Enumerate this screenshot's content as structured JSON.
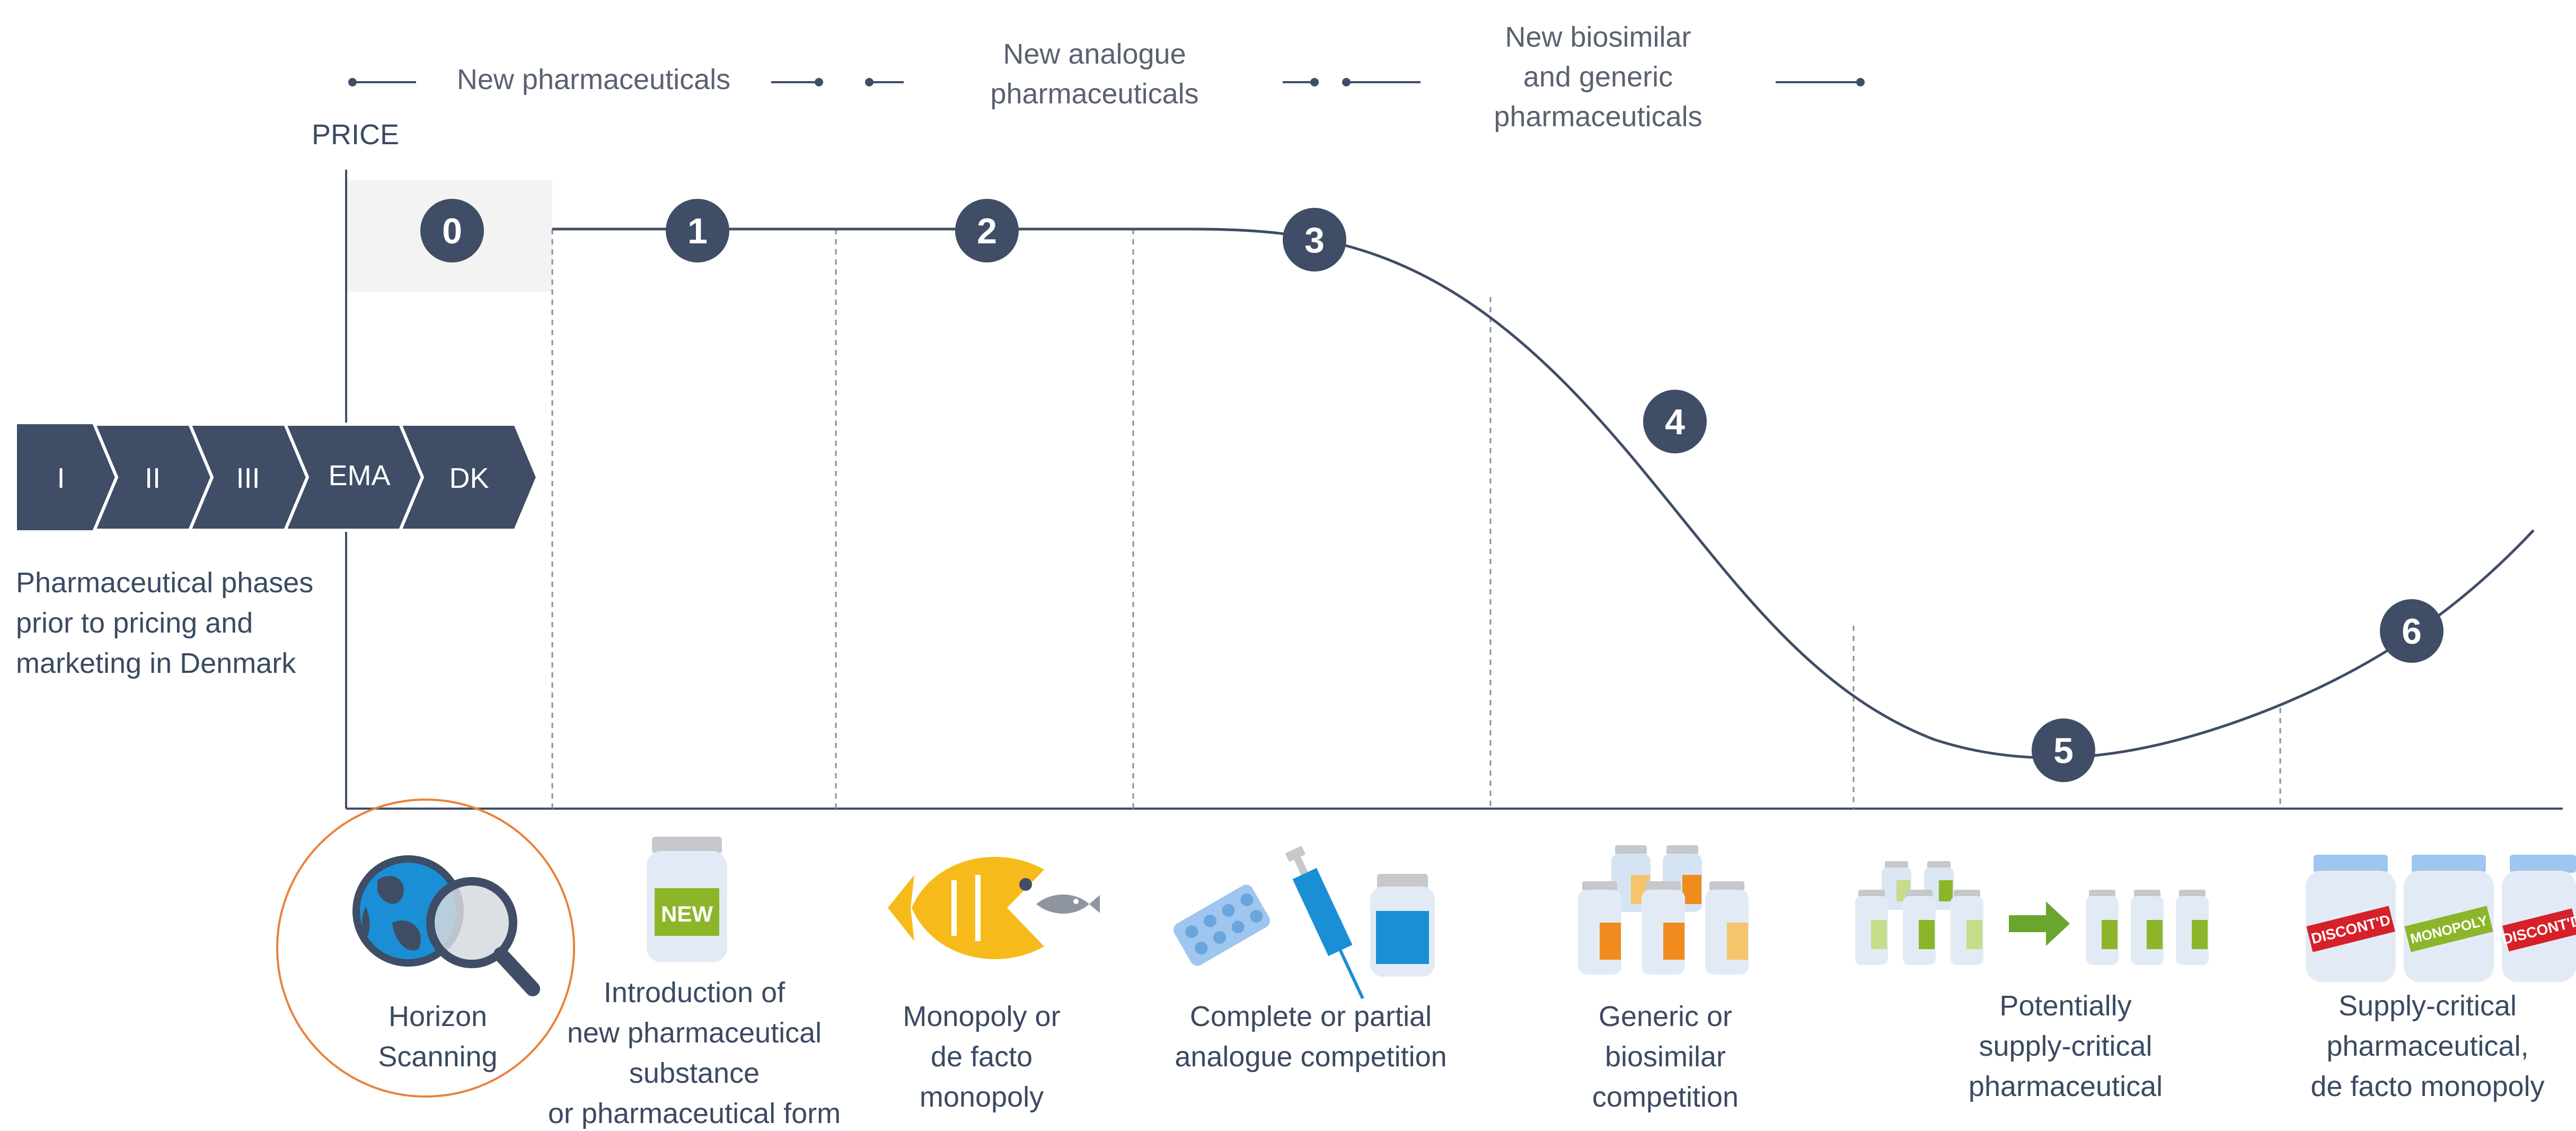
{
  "price_axis_label": "PRICE",
  "headers": {
    "new": "New pharmaceuticals",
    "analogue": [
      "New analogue",
      "pharmaceuticals"
    ],
    "generic": [
      "New biosimilar",
      "and generic",
      "pharmaceuticals"
    ]
  },
  "phases": [
    "I",
    "II",
    "III",
    "EMA",
    "DK"
  ],
  "phases_caption": [
    "Pharmaceutical phases",
    "prior to pricing and",
    "marketing in Denmark"
  ],
  "stages": [
    {
      "number": "0",
      "caption": [
        "Horizon",
        "Scanning"
      ]
    },
    {
      "number": "1",
      "caption": [
        "Introduction of",
        "new pharmaceutical",
        "substance",
        "or pharmaceutical form"
      ]
    },
    {
      "number": "2",
      "caption": [
        "Monopoly or",
        "de facto",
        "monopoly"
      ]
    },
    {
      "number": "3",
      "caption": [
        "Complete or partial",
        "analogue competition"
      ]
    },
    {
      "number": "4",
      "caption": [
        "Generic or",
        "biosimilar",
        "competition"
      ]
    },
    {
      "number": "5",
      "caption": [
        "Potentially",
        "supply-critical",
        "pharmaceutical"
      ]
    },
    {
      "number": "6",
      "caption": [
        "Supply-critical",
        "pharmaceutical,",
        "de facto monopoly"
      ]
    }
  ],
  "bottle_labels": {
    "new": "NEW",
    "discontinued": "DISCONT'D",
    "monopoly": "MONOPOLY"
  },
  "colors": {
    "navy": "#3f4d66",
    "orange_ring": "#e8823a",
    "lime": "#8db52a",
    "gold": "#f6bb1a",
    "blue": "#1a8fd6",
    "orange": "#f08c1e",
    "red": "#d6202a"
  }
}
